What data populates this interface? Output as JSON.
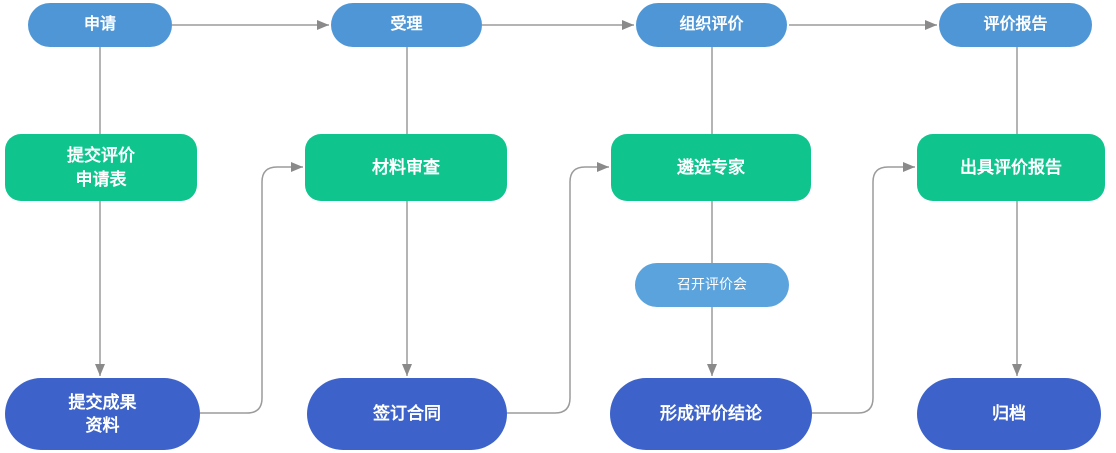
{
  "colors": {
    "stage": "#4F96D6",
    "step": "#10C48E",
    "task": "#3D63CA",
    "meeting": "#5BA3DC",
    "connector": "#9B9B9B",
    "arrowhead": "#8A8A8A",
    "text": "#FFFFFF"
  },
  "flowchart": {
    "stages": [
      {
        "label": "申请"
      },
      {
        "label": "受理"
      },
      {
        "label": "组织评价"
      },
      {
        "label": "评价报告"
      }
    ],
    "steps": [
      {
        "line1": "提交评价",
        "line2": "申请表"
      },
      {
        "line1": "材料审查"
      },
      {
        "line1": "遴选专家"
      },
      {
        "line1": "出具评价报告"
      }
    ],
    "meeting": {
      "label": "召开评价会"
    },
    "tasks": [
      {
        "line1": "提交成果",
        "line2": "资料"
      },
      {
        "line1": "签订合同"
      },
      {
        "line1": "形成评价结论"
      },
      {
        "line1": "归档"
      }
    ]
  }
}
